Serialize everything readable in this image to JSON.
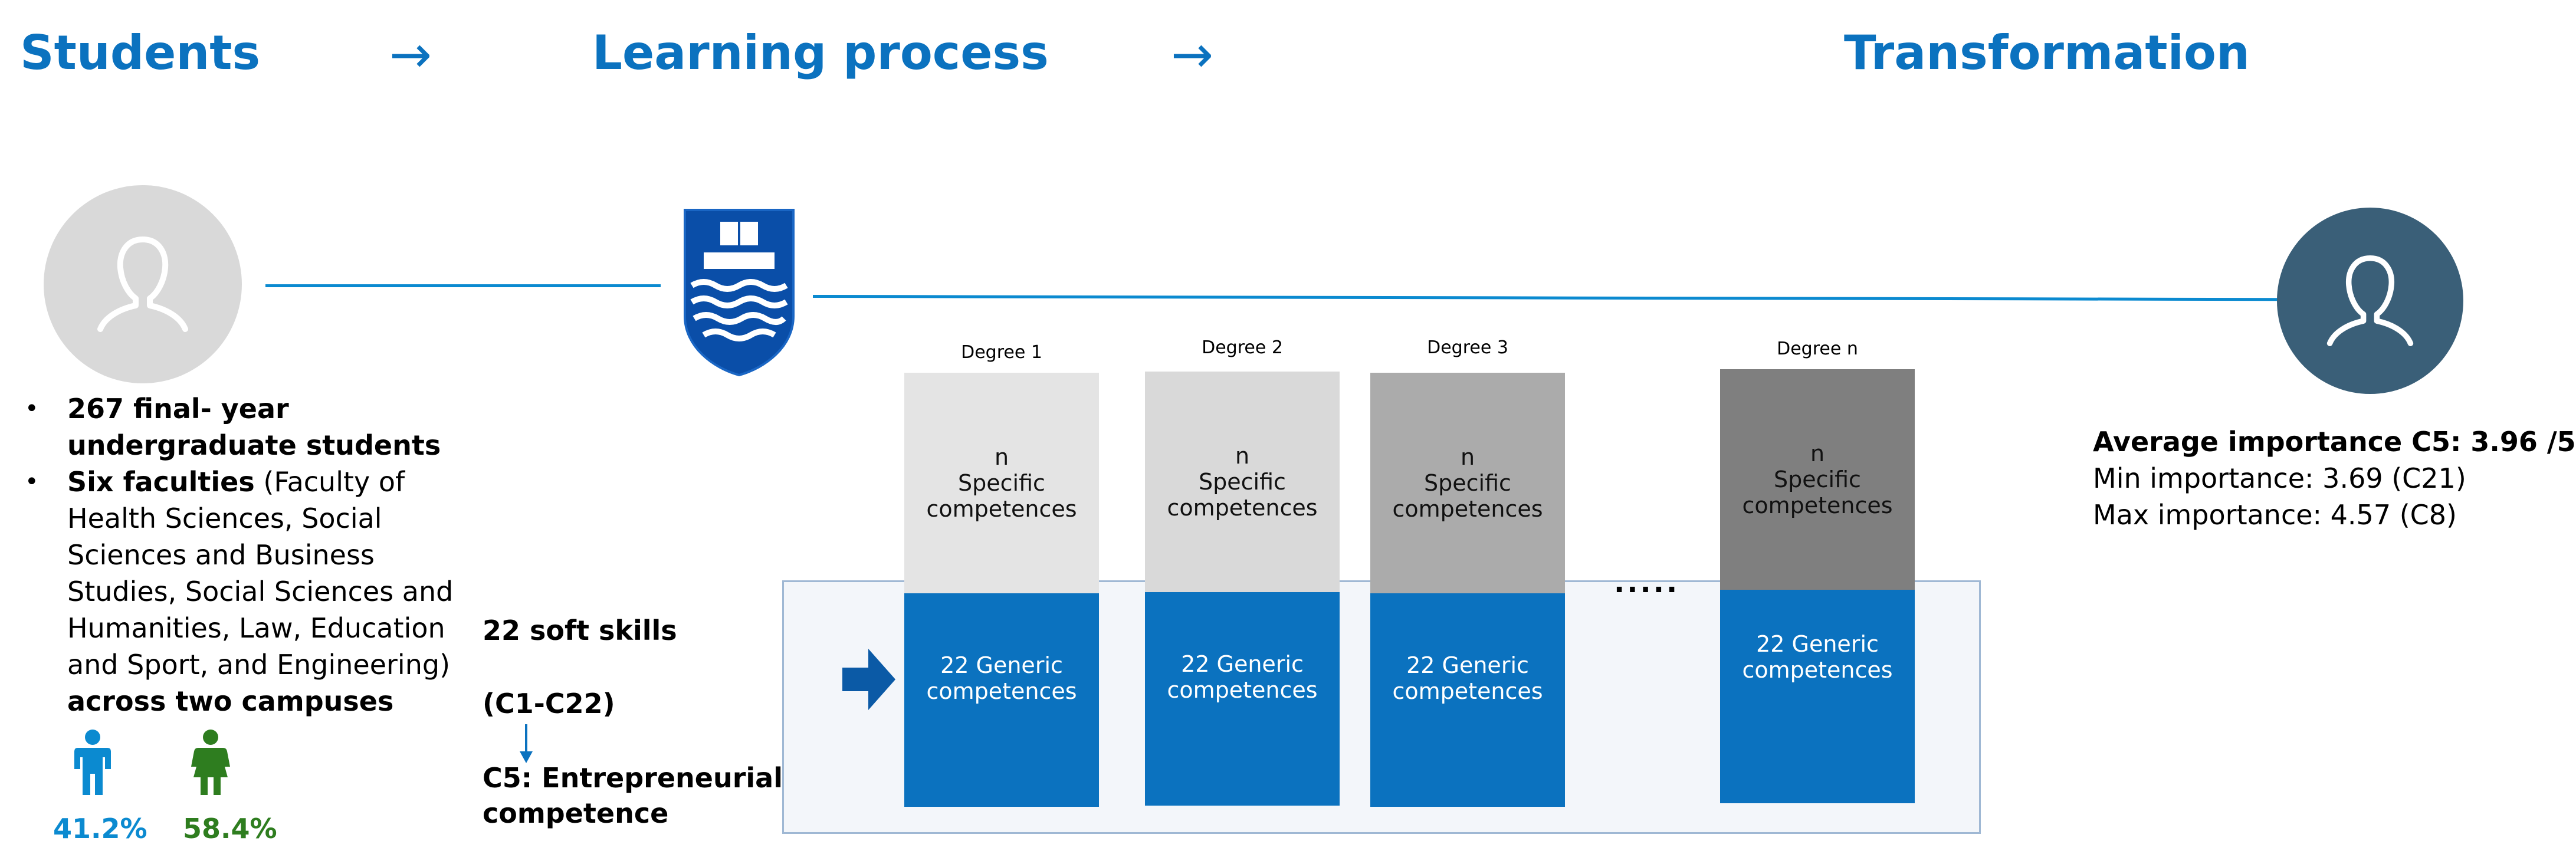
{
  "header": {
    "students": "Students",
    "arrow1": "→",
    "learning": "Learning process",
    "arrow2": "→",
    "transformation": "Transformation"
  },
  "students": {
    "bullet1_bold": "267 final- year undergraduate students",
    "bullet2_bold": "Six faculties",
    "bullet2_text": " (Faculty of Health Sciences, Social Sciences and Business Studies, Social Sciences and Humanities, Law, Education and Sport, and Engineering) ",
    "bullet2_tail_bold": "across two campuses",
    "male_pct": "41.2%",
    "female_pct": "58.4%"
  },
  "soft_skills": {
    "line1": "22 soft skills",
    "line2": "(C1-C22)",
    "c5_line1": "C5: Entrepreneurial",
    "c5_line2": "competence"
  },
  "degrees": [
    {
      "label": "Degree 1",
      "spec_n": "n",
      "spec_1": "Specific",
      "spec_2": "competences",
      "gen_1": "22 Generic",
      "gen_2": "competences"
    },
    {
      "label": "Degree 2",
      "spec_n": "n",
      "spec_1": "Specific",
      "spec_2": "competences",
      "gen_1": "22 Generic",
      "gen_2": "competences"
    },
    {
      "label": "Degree 3",
      "spec_n": "n",
      "spec_1": "Specific",
      "spec_2": "competences",
      "gen_1": "22 Generic",
      "gen_2": "competences"
    },
    {
      "label": "Degree n",
      "spec_n": "n",
      "spec_1": "Specific",
      "spec_2": "competences",
      "gen_1": "22 Generic",
      "gen_2": "competences"
    }
  ],
  "ellipsis": ".....",
  "results": {
    "avg": "Average importance C5: 3.96 /5",
    "min": "Min importance: 3.69 (C21)",
    "max": "Max importance: 4.57 (C8)"
  },
  "icons": {
    "student": "person-outline-icon",
    "university": "university-crest-icon",
    "transformed": "person-outline-icon",
    "male": "male-icon",
    "female": "female-icon",
    "panel_arrow": "right-arrow-icon",
    "down_arrow": "down-arrow-icon"
  },
  "colors": {
    "accent": "#0b72bf",
    "male": "#0b8ad0",
    "female": "#2e7d1f",
    "avatar_left": "#d9d9d9",
    "avatar_right": "#3a5f78",
    "degree1_spec": "#e4e4e4",
    "degree2_spec": "#d9d9d9",
    "degree3_spec": "#ababab",
    "degreen_spec": "#7f7f7f"
  }
}
